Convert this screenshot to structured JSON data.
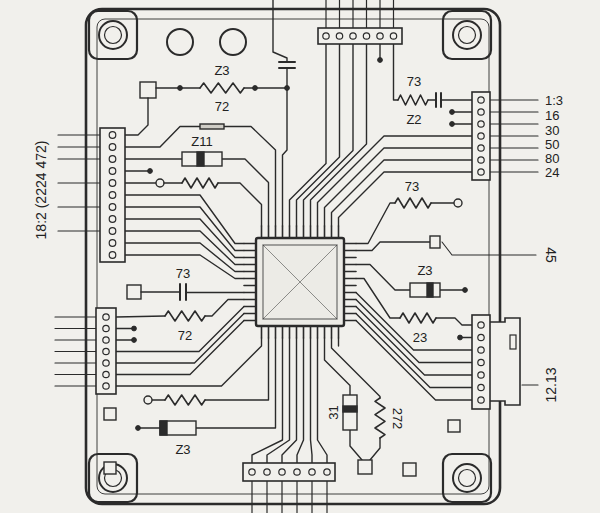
{
  "diagram": {
    "labels": [
      "Z3",
      "72",
      "73",
      "Z2",
      "Z11",
      "73",
      "Z3",
      "73",
      "72",
      "23",
      "31",
      "272",
      "Z3",
      "18:2 (2224 472)",
      "1:3",
      "16",
      "30",
      "50",
      "80",
      "24",
      "45",
      "12.13"
    ]
  }
}
